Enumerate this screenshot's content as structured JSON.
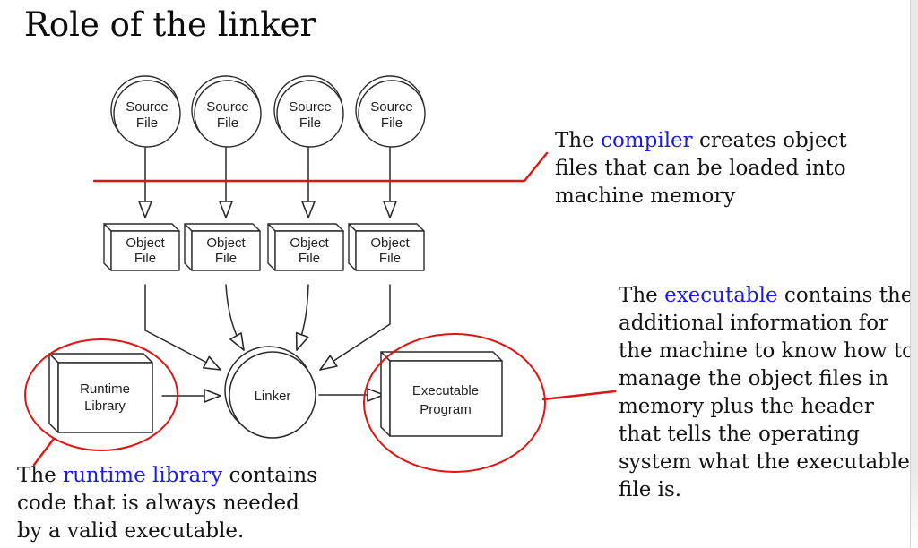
{
  "title": "Role of the linker",
  "colors": {
    "callout_red": "#e01412",
    "term_blue": "#1b1be8",
    "diagram_ink": "#2a2a2a"
  },
  "diagram": {
    "source_file": {
      "line1": "Source",
      "line2": "File"
    },
    "object_file": {
      "line1": "Object",
      "line2": "File"
    },
    "linker": {
      "label": "Linker"
    },
    "runtime_library": {
      "line1": "Runtime",
      "line2": "Library"
    },
    "executable_program": {
      "line1": "Executable",
      "line2": "Program"
    }
  },
  "annotations": {
    "compiler": {
      "pre": "The ",
      "term": "compiler",
      "post": " creates object",
      "line2": "files that can be loaded into",
      "line3": "machine memory"
    },
    "executable": {
      "pre": "The ",
      "term": "executable",
      "post": " contains the",
      "line2": "additional information for",
      "line3": "the machine to know how to",
      "line4": "manage the object files in",
      "line5": "memory plus the header",
      "line6": "that tells the operating",
      "line7": "system what the executable",
      "line8": "file is."
    },
    "runtime": {
      "pre": "The ",
      "term": "runtime library",
      "post": " contains",
      "line2": "code that is always needed",
      "line3": "by a valid executable."
    }
  }
}
